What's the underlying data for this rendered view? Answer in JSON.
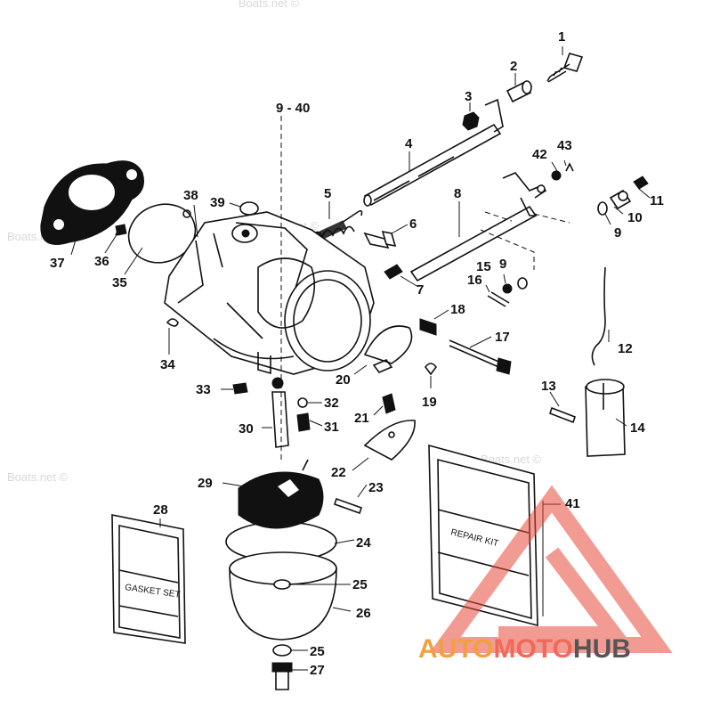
{
  "part_labels": [
    {
      "id": "1",
      "text": "1"
    },
    {
      "id": "2",
      "text": "2"
    },
    {
      "id": "3",
      "text": "3"
    },
    {
      "id": "4",
      "text": "4"
    },
    {
      "id": "5",
      "text": "5"
    },
    {
      "id": "6",
      "text": "6"
    },
    {
      "id": "7",
      "text": "7"
    },
    {
      "id": "8",
      "text": "8"
    },
    {
      "id": "9a",
      "text": "9"
    },
    {
      "id": "9b",
      "text": "9"
    },
    {
      "id": "10",
      "text": "10"
    },
    {
      "id": "11",
      "text": "11"
    },
    {
      "id": "12",
      "text": "12"
    },
    {
      "id": "13",
      "text": "13"
    },
    {
      "id": "14",
      "text": "14"
    },
    {
      "id": "15",
      "text": "15"
    },
    {
      "id": "16",
      "text": "16"
    },
    {
      "id": "17",
      "text": "17"
    },
    {
      "id": "18",
      "text": "18"
    },
    {
      "id": "19",
      "text": "19"
    },
    {
      "id": "20",
      "text": "20"
    },
    {
      "id": "21",
      "text": "21"
    },
    {
      "id": "22",
      "text": "22"
    },
    {
      "id": "23",
      "text": "23"
    },
    {
      "id": "24",
      "text": "24"
    },
    {
      "id": "25a",
      "text": "25"
    },
    {
      "id": "25b",
      "text": "25"
    },
    {
      "id": "26",
      "text": "26"
    },
    {
      "id": "27",
      "text": "27"
    },
    {
      "id": "28",
      "text": "28"
    },
    {
      "id": "29",
      "text": "29"
    },
    {
      "id": "30",
      "text": "30"
    },
    {
      "id": "31",
      "text": "31"
    },
    {
      "id": "32",
      "text": "32"
    },
    {
      "id": "33",
      "text": "33"
    },
    {
      "id": "34",
      "text": "34"
    },
    {
      "id": "35",
      "text": "35"
    },
    {
      "id": "36",
      "text": "36"
    },
    {
      "id": "37",
      "text": "37"
    },
    {
      "id": "38",
      "text": "38"
    },
    {
      "id": "39",
      "text": "39"
    },
    {
      "id": "40",
      "text": "9 - 40"
    },
    {
      "id": "41",
      "text": "41"
    },
    {
      "id": "42",
      "text": "42"
    },
    {
      "id": "43",
      "text": "43"
    }
  ],
  "kits": {
    "gasket_set": "GASKET SET",
    "repair_kit": "REPAIR KIT"
  },
  "watermarks": [
    "Boats.net ©",
    "Boats.net ©",
    "Boats.net ©",
    "Boats.net ©",
    "Boats.net ©"
  ],
  "brand": {
    "part1": "AUTO",
    "part2": "MOTO",
    "part3": "HUB",
    "color_auto": "#f0a040",
    "color_moto": "#ef6a5a",
    "color_hub": "#555555",
    "logo_color": "#e8483a"
  }
}
